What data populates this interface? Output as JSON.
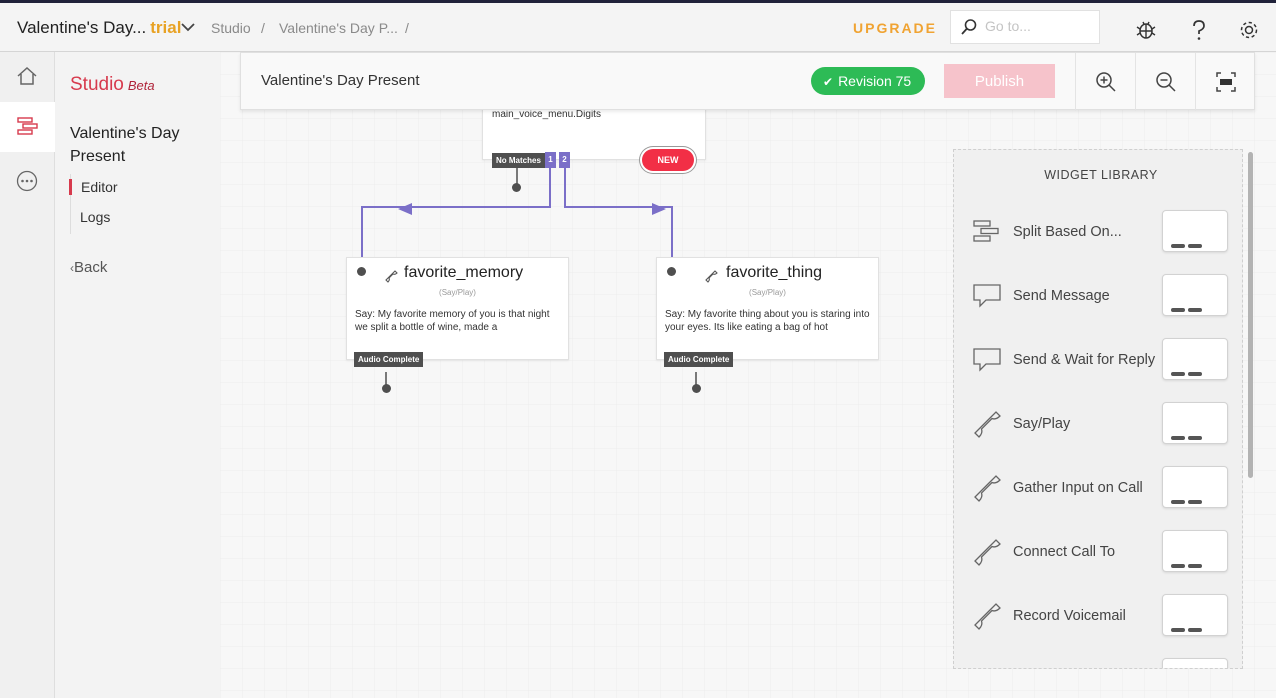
{
  "topbar": {
    "app_title": "Valentine's Day...",
    "trial": "trial",
    "breadcrumbs": [
      "Studio",
      "/",
      "Valentine's Day P...",
      "/"
    ],
    "upgrade": "UPGRADE",
    "goto_placeholder": "Go to..."
  },
  "sidebar": {
    "studio_label": "Studio",
    "beta_label": "Beta",
    "flow_name": "Valentine's Day Present",
    "links": [
      {
        "label": "Editor",
        "active": true
      },
      {
        "label": "Logs",
        "active": false
      }
    ],
    "back_label": "Back"
  },
  "flow_header": {
    "title": "Valentine's Day Present",
    "revision": "Revision 75",
    "publish": "Publish"
  },
  "canvas": {
    "top_node": {
      "body": "main_voice_menu.Digits",
      "no_matches": "No Matches",
      "branch_1": "1",
      "branch_2": "2",
      "new_badge": "NEW"
    },
    "nodes": [
      {
        "title": "favorite_memory",
        "subtitle": "(Say/Play)",
        "body": "Say: My favorite memory of you is that night we split a bottle of wine, made a",
        "transition": "Audio Complete"
      },
      {
        "title": "favorite_thing",
        "subtitle": "(Say/Play)",
        "body": "Say: My favorite thing about you is staring into your eyes. Its like eating a bag of hot",
        "transition": "Audio Complete"
      }
    ]
  },
  "widget_library": {
    "title": "WIDGET LIBRARY",
    "items": [
      {
        "label": "Split Based On...",
        "icon": "split-icon"
      },
      {
        "label": "Send Message",
        "icon": "message-icon"
      },
      {
        "label": "Send & Wait for Reply",
        "icon": "message-icon"
      },
      {
        "label": "Say/Play",
        "icon": "phone-icon"
      },
      {
        "label": "Gather Input on Call",
        "icon": "phone-icon"
      },
      {
        "label": "Connect Call To",
        "icon": "phone-icon"
      },
      {
        "label": "Record Voicemail",
        "icon": "phone-icon"
      }
    ]
  },
  "colors": {
    "accent_red": "#d73a4d",
    "upgrade_orange": "#f0a332",
    "revision_green": "#2dbb56",
    "connector_purple": "#7b6fc8",
    "new_badge_red": "#f22f46"
  }
}
